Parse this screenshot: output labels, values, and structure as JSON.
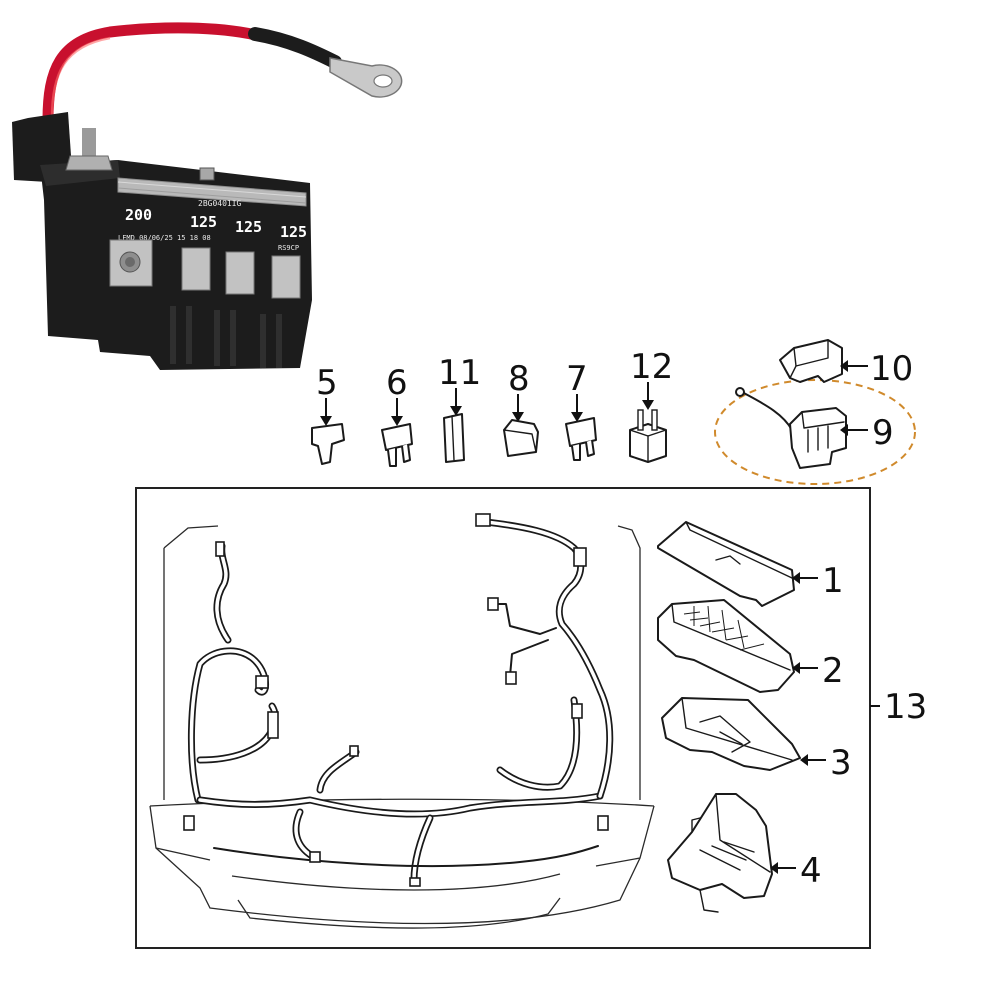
{
  "product_photo": {
    "box_code": "2BG0401IG",
    "date_print": "LFMD 08/06/25 15 18 08",
    "part_print": "RS9CP",
    "fuse_ratings": [
      "200",
      "125",
      "125",
      "125"
    ],
    "colors": {
      "cable": "#c8102e",
      "body": "#1c1c1c",
      "busbar": "#b9b9b9"
    }
  },
  "callouts": {
    "c1": "1",
    "c2": "2",
    "c3": "3",
    "c4": "4",
    "c5": "5",
    "c6": "6",
    "c7": "7",
    "c8": "8",
    "c9": "9",
    "c10": "10",
    "c11": "11",
    "c12": "12",
    "c13": "13"
  },
  "colors": {
    "outline": "#1a1a1a",
    "frame": "#222222",
    "highlight_ring": "#d08a2c"
  }
}
